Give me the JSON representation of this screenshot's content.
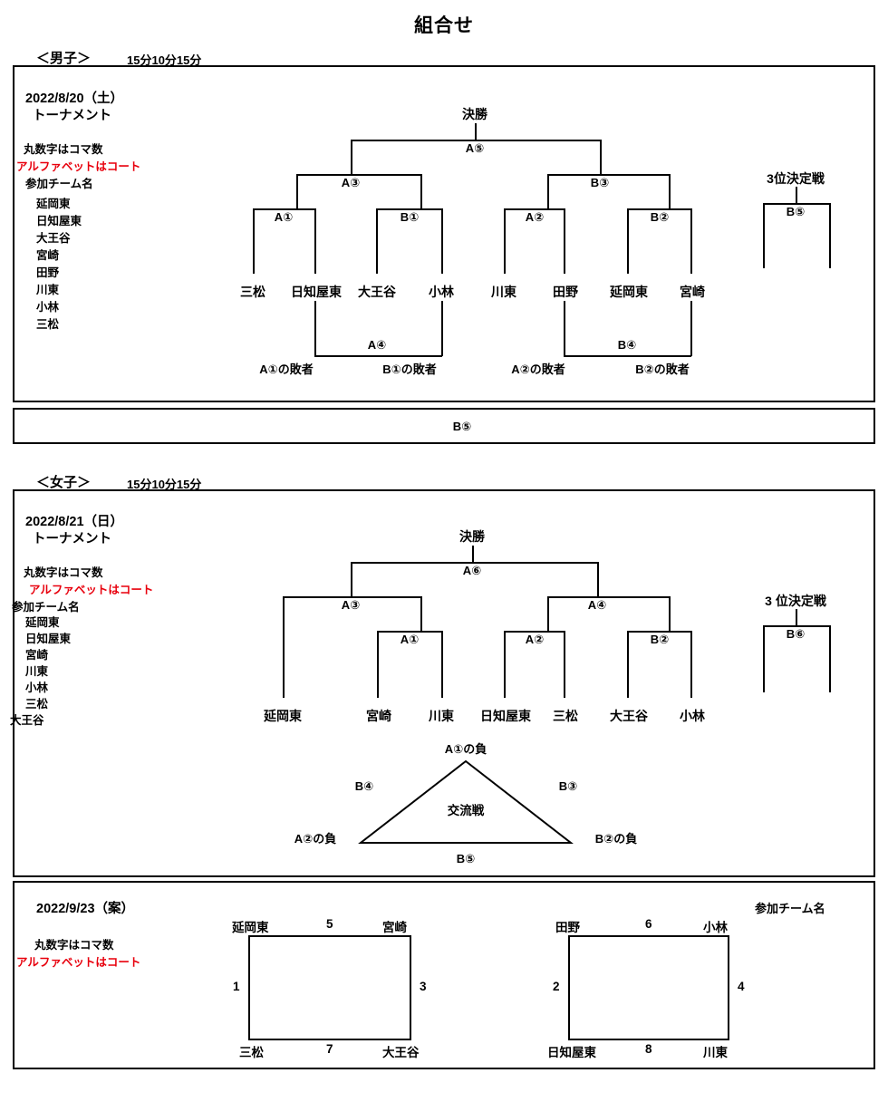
{
  "document": {
    "title": "組合せ"
  },
  "men": {
    "header": "＜男子＞",
    "time_note": "15分10分15分",
    "date": "2022/8/20（土）",
    "format": "トーナメント",
    "note_koma": "丸数字はコマ数",
    "note_court": "アルファベットはコート",
    "teams_heading": "参加チーム名",
    "teams": [
      "延岡東",
      "日知屋東",
      "大王谷",
      "宮崎",
      "田野",
      "川東",
      "小林",
      "三松"
    ],
    "final_label": "決勝",
    "final_slot": "A⑤",
    "semi_left": "A③",
    "semi_right": "B③",
    "quarters": [
      "A①",
      "B①",
      "A②",
      "B②"
    ],
    "leaves": [
      "三松",
      "日知屋東",
      "大王谷",
      "小林",
      "川東",
      "田野",
      "延岡東",
      "宮崎"
    ],
    "third_place_label": "3位決定戦",
    "third_place_slot": "B⑤",
    "consolation": {
      "left_slot": "A④",
      "right_slot": "B④",
      "labels": [
        "A①の敗者",
        "B①の敗者",
        "A②の敗者",
        "B②の敗者"
      ]
    },
    "footer_slot": "B⑤"
  },
  "women": {
    "header": "＜女子＞",
    "time_note": "15分10分15分",
    "date": "2022/8/21（日）",
    "format": "トーナメント",
    "note_koma": "丸数字はコマ数",
    "note_court": "アルファベットはコート",
    "teams_heading": "参加チーム名",
    "teams": [
      "延岡東",
      "日知屋東",
      "宮崎",
      "川東",
      "小林",
      "三松",
      "大王谷"
    ],
    "final_label": "決勝",
    "final_slot": "A⑥",
    "semi_left": "A③",
    "semi_right": "A④",
    "quarters": [
      "A①",
      "A②",
      "B②"
    ],
    "leaves": [
      "延岡東",
      "宮崎",
      "川東",
      "日知屋東",
      "三松",
      "大王谷",
      "小林"
    ],
    "third_place_label": "3 位決定戦",
    "third_place_slot": "B⑥",
    "exchange": {
      "center": "交流戦",
      "apex": "A①の負",
      "left_corner": "A②の負",
      "right_corner": "B②の負",
      "left_side": "B④",
      "right_side": "B③",
      "base_side": "B⑤"
    }
  },
  "friendly": {
    "date": "2022/9/23（案）",
    "note_koma": "丸数字はコマ数",
    "note_court": "アルファベットはコート",
    "teams_heading": "参加チーム名",
    "square_left": {
      "top_left": "延岡東",
      "top_right": "宮崎",
      "bottom_left": "三松",
      "bottom_right": "大王谷",
      "top_edge": "5",
      "left_edge": "1",
      "right_edge": "3",
      "bottom_edge": "7"
    },
    "square_right": {
      "top_left": "田野",
      "top_right": "小林",
      "bottom_left": "日知屋東",
      "bottom_right": "川東",
      "top_edge": "6",
      "left_edge": "2",
      "right_edge": "4",
      "bottom_edge": "8"
    }
  },
  "colors": {
    "line": "#000000",
    "accent_red": "#e8000d",
    "background": "#ffffff"
  }
}
